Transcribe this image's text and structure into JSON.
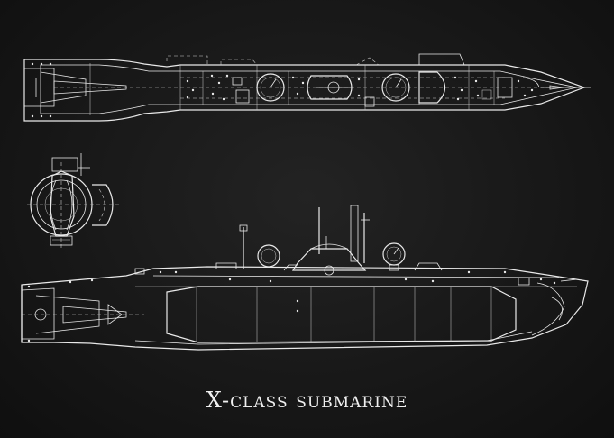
{
  "title": "X-class submarine",
  "colors": {
    "background": "#161616",
    "line": "#e9e9e9"
  },
  "views": [
    "top-view",
    "end-view",
    "side-view"
  ]
}
